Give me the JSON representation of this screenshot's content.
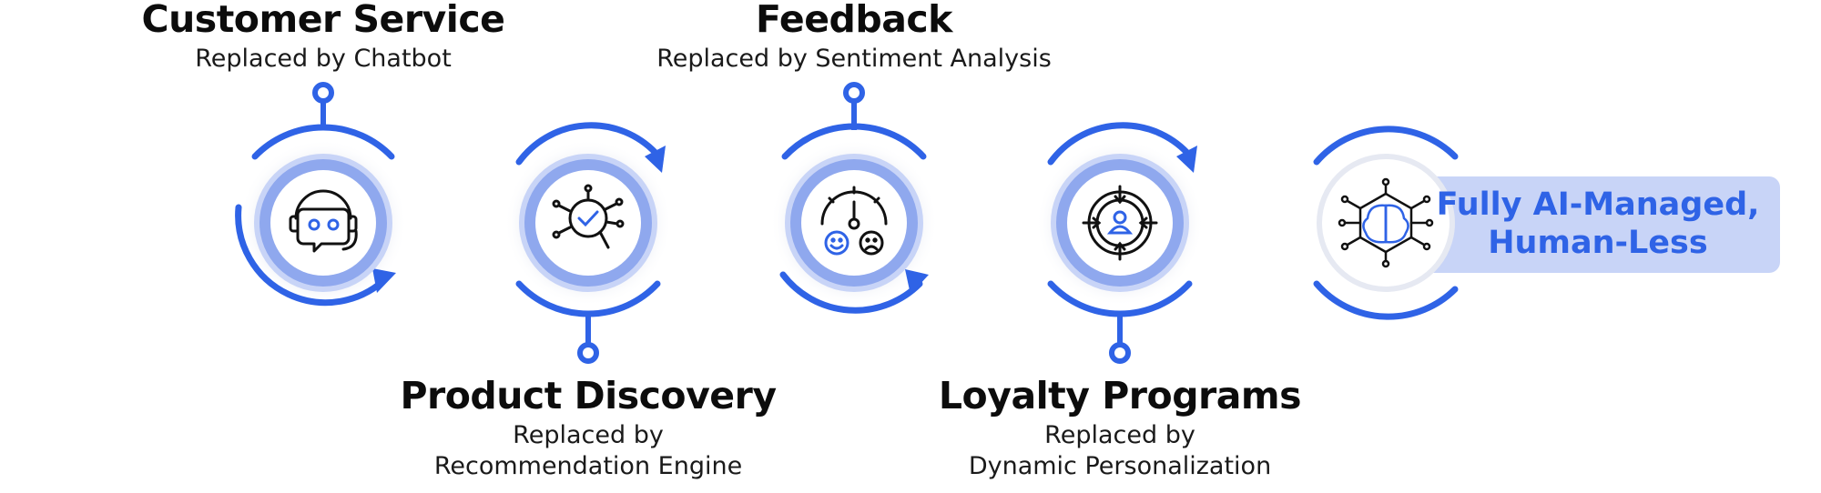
{
  "stages": [
    {
      "title": "Customer Service",
      "subtitle_lines": [
        "Replaced by Chatbot"
      ],
      "icon": "chatbot-icon"
    },
    {
      "title": "Product Discovery",
      "subtitle_lines": [
        "Replaced by",
        "Recommendation Engine"
      ],
      "icon": "search-check-icon"
    },
    {
      "title": "Feedback",
      "subtitle_lines": [
        "Replaced by Sentiment Analysis"
      ],
      "icon": "sentiment-gauge-icon"
    },
    {
      "title": "Loyalty Programs",
      "subtitle_lines": [
        "Replaced by",
        "Dynamic Personalization"
      ],
      "icon": "target-user-icon"
    }
  ],
  "final": {
    "lines": [
      "Fully AI-Managed,",
      "Human-Less"
    ],
    "icon": "ai-brain-icon"
  },
  "colors": {
    "accent": "#2f63e6",
    "ring_light": "#c8d4f7",
    "ring_mid": "#8fa8ee",
    "text": "#0c0c0c"
  }
}
